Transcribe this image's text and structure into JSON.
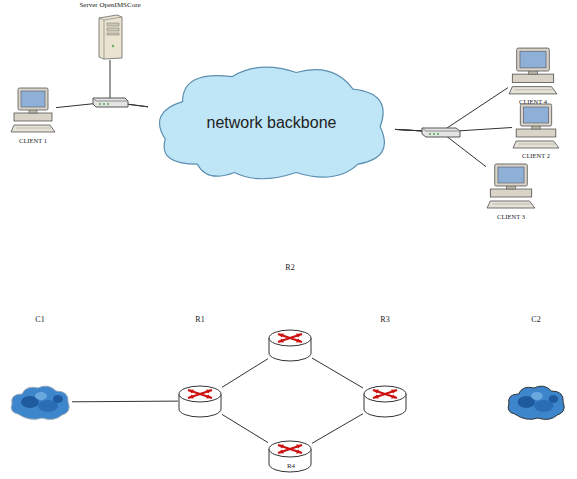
{
  "diagram": {
    "nodes": [
      {
        "text": [
          "Server OpenIMSCore"
        ]
      },
      {
        "text": [
          "CLIENT 1"
        ]
      },
      {
        "text": [
          "network backbone"
        ]
      },
      {
        "text": [
          "CLIENT 4"
        ]
      },
      {
        "text": [
          "CLIENT 2"
        ]
      },
      {
        "text": [
          "CLIENT 3"
        ]
      },
      {
        "text": [
          "C1"
        ]
      },
      {
        "text": [
          "R1"
        ]
      },
      {
        "text": [
          "R2"
        ]
      },
      {
        "text": [
          "R3"
        ]
      },
      {
        "text": [
          "R4"
        ]
      },
      {
        "text": [
          "C2"
        ]
      }
    ],
    "edges": [
      {
        "from": 1,
        "to": 2,
        "arrow": "none"
      },
      {
        "from": 0,
        "to": 2,
        "arrow": "none"
      },
      {
        "from": 2,
        "to": 3,
        "arrow": "none"
      },
      {
        "from": 2,
        "to": 4,
        "arrow": "none"
      },
      {
        "from": 2,
        "to": 5,
        "arrow": "none"
      },
      {
        "from": 6,
        "to": 7,
        "arrow": "none"
      },
      {
        "from": 7,
        "to": 8,
        "arrow": "none"
      },
      {
        "from": 7,
        "to": 10,
        "arrow": "none"
      },
      {
        "from": 8,
        "to": 9,
        "arrow": "none"
      },
      {
        "from": 10,
        "to": 9,
        "arrow": "none"
      }
    ]
  }
}
